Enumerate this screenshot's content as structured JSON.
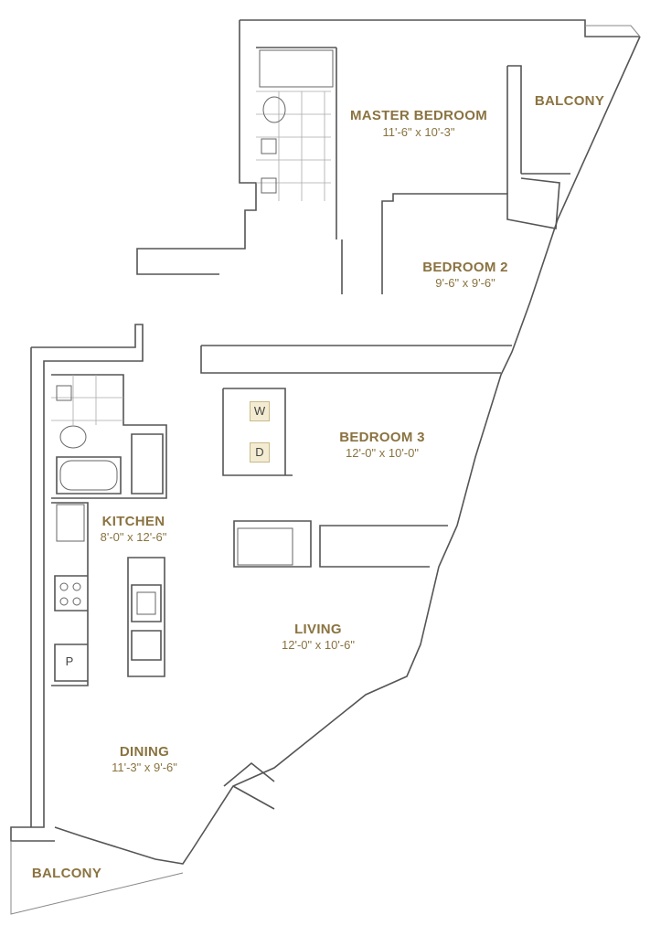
{
  "colors": {
    "label": "#8a7340",
    "wall": "#555555",
    "wall_fill": "#ffffff",
    "tile": "#888888",
    "fixture": "#666666",
    "laundry_fill": "#f4ecd2"
  },
  "rooms": {
    "master_bedroom": {
      "name": "MASTER BEDROOM",
      "dims": "11'-6\" x 10'-3\""
    },
    "bedroom2": {
      "name": "BEDROOM 2",
      "dims": "9'-6\" x 9'-6\""
    },
    "bedroom3": {
      "name": "BEDROOM 3",
      "dims": "12'-0\" x 10'-0\""
    },
    "kitchen": {
      "name": "KITCHEN",
      "dims": "8'-0\" x 12'-6\""
    },
    "living": {
      "name": "LIVING",
      "dims": "12'-0\" x 10'-6\""
    },
    "dining": {
      "name": "DINING",
      "dims": "11'-3\" x 9'-6\""
    },
    "balcony_top": {
      "name": "BALCONY"
    },
    "balcony_bottom": {
      "name": "BALCONY"
    }
  },
  "fixtures": {
    "washer": "W",
    "dryer": "D",
    "pantry": "P"
  }
}
